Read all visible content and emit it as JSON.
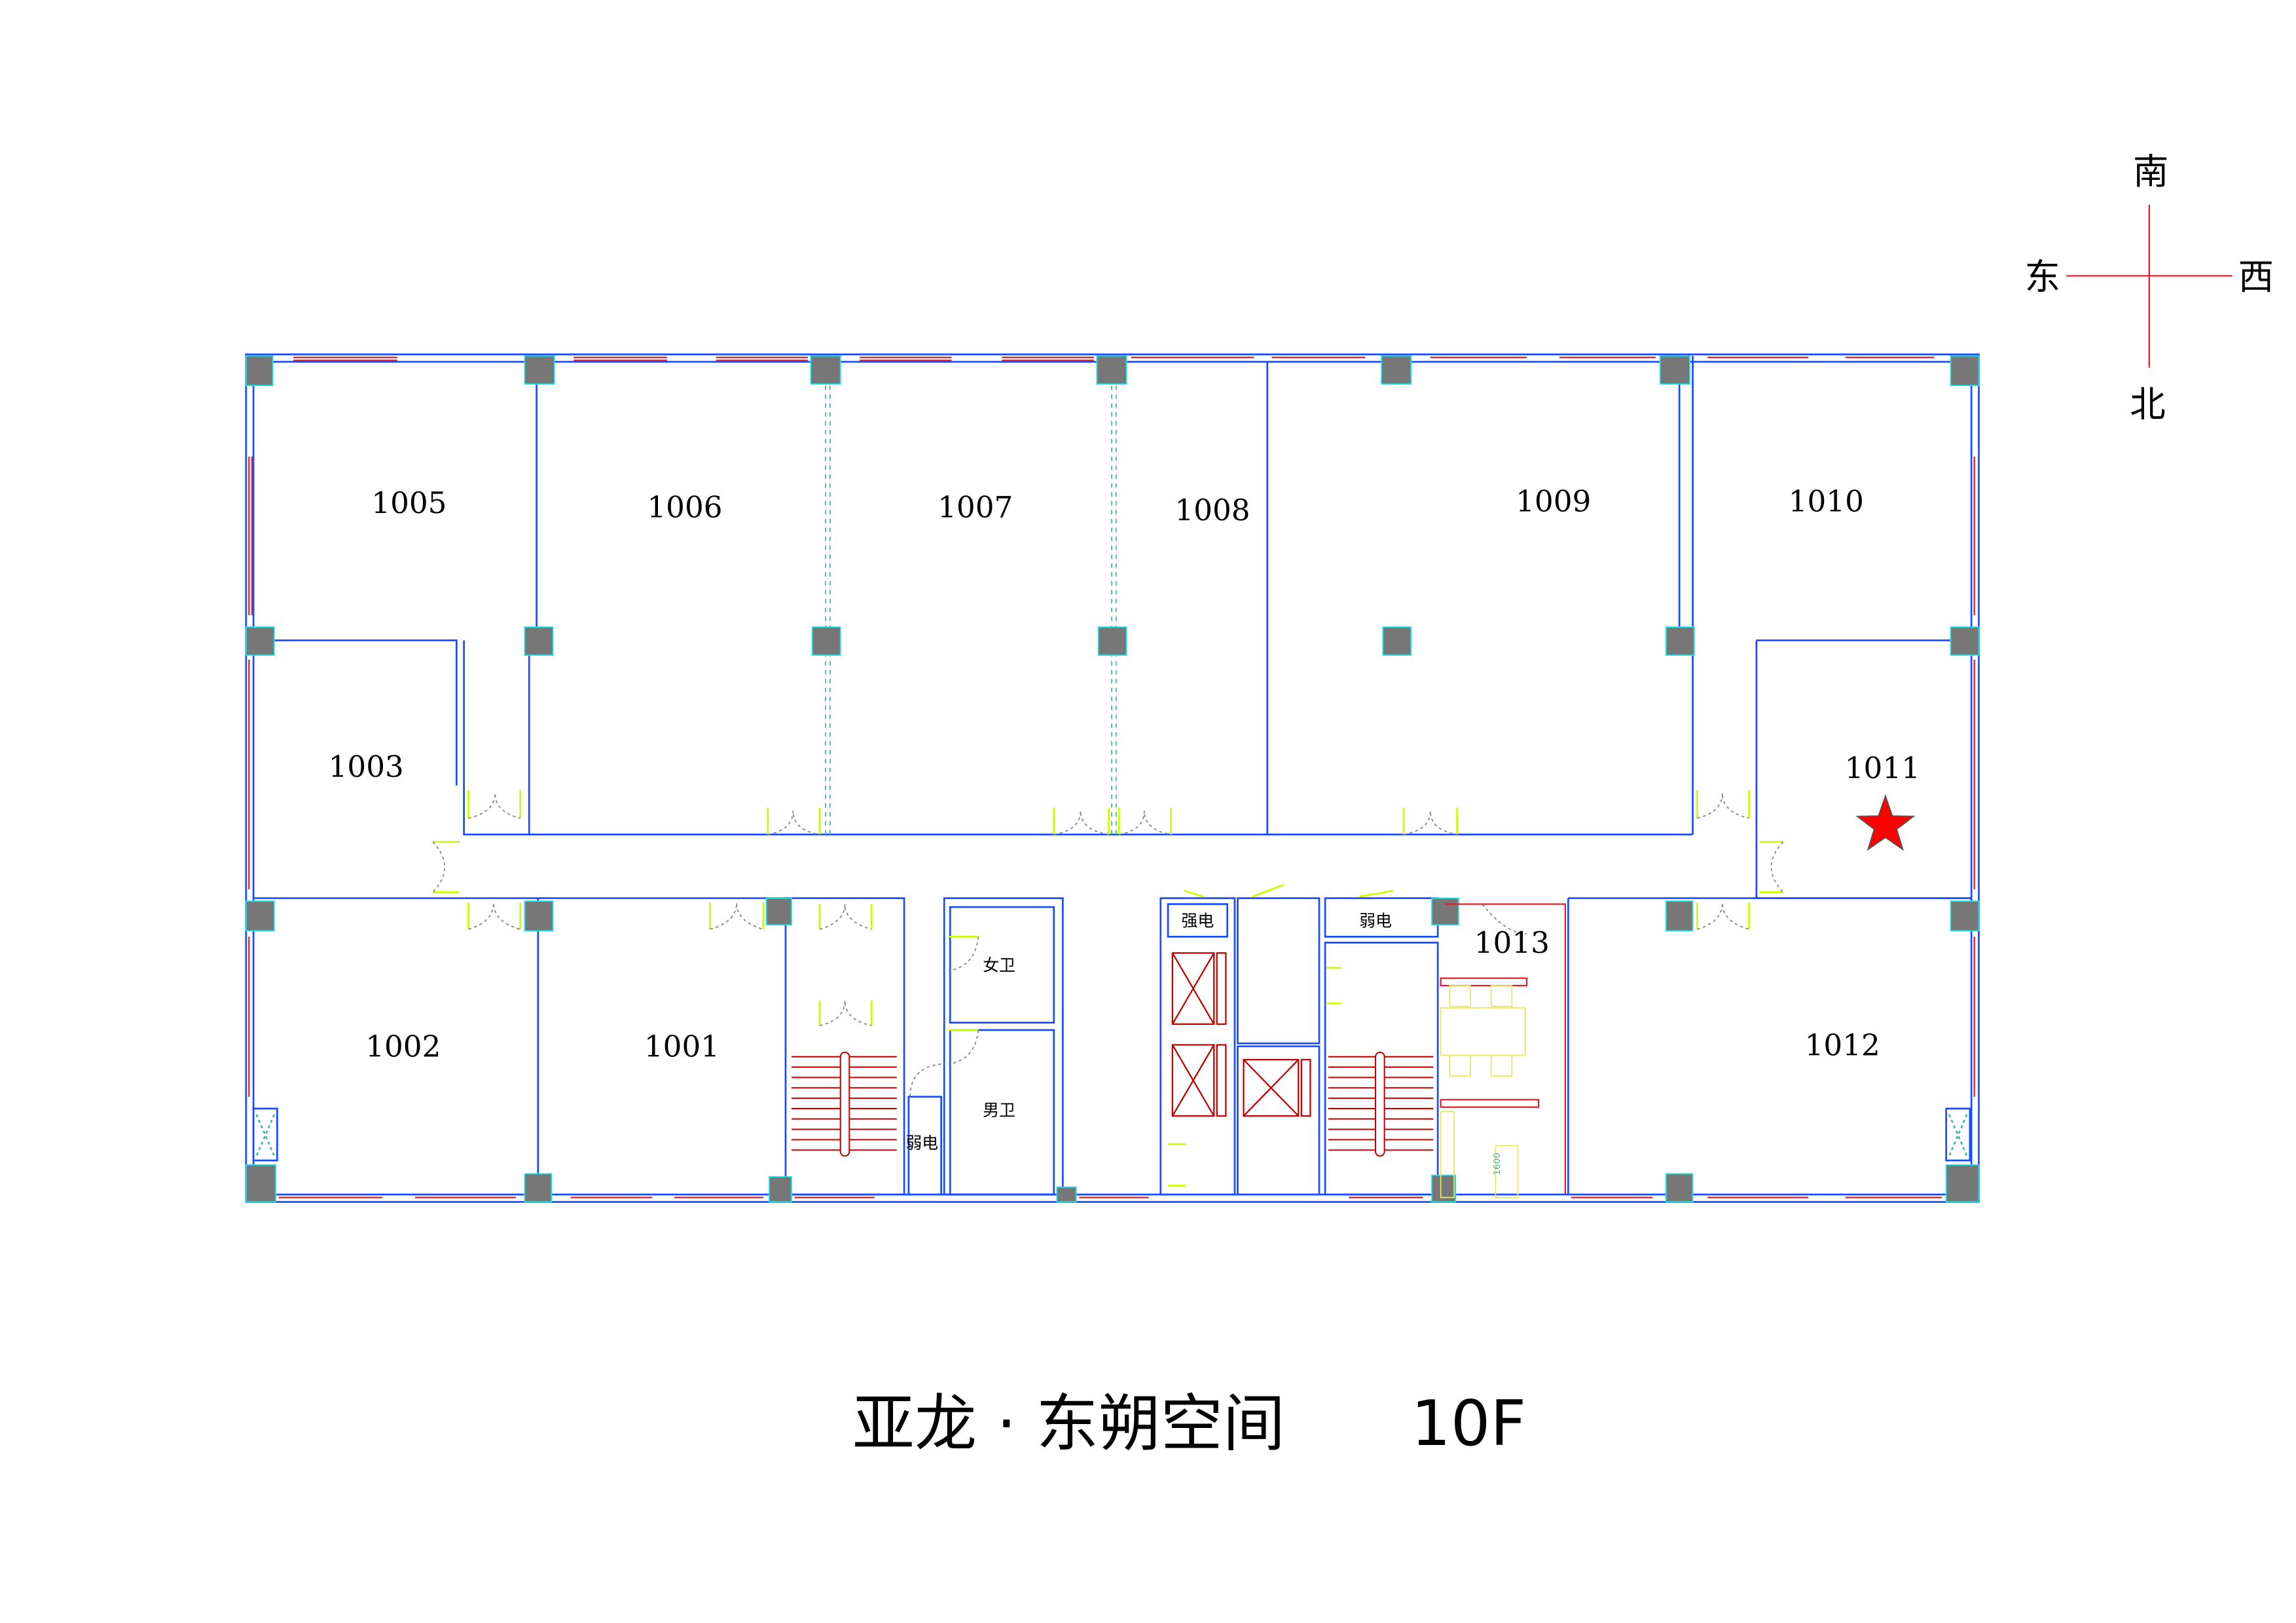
{
  "title": {
    "name": "亚龙 · 东朔空间",
    "floor": "10F"
  },
  "compass": {
    "top": "南",
    "left": "东",
    "right": "西",
    "bottom": "北"
  },
  "rooms": {
    "r1001": "1001",
    "r1002": "1002",
    "r1003": "1003",
    "r1005": "1005",
    "r1006": "1006",
    "r1007": "1007",
    "r1008": "1008",
    "r1009": "1009",
    "r1010": "1010",
    "r1011": "1011",
    "r1012": "1012",
    "r1013": "1013"
  },
  "core": {
    "womens_restroom": "女卫",
    "mens_restroom": "男卫",
    "low_voltage_left": "弱电",
    "high_voltage": "强电",
    "low_voltage_right": "弱电"
  },
  "markers": {
    "highlight_room": "1011",
    "star_color": "#ff0000"
  },
  "dimension_note": "1600"
}
